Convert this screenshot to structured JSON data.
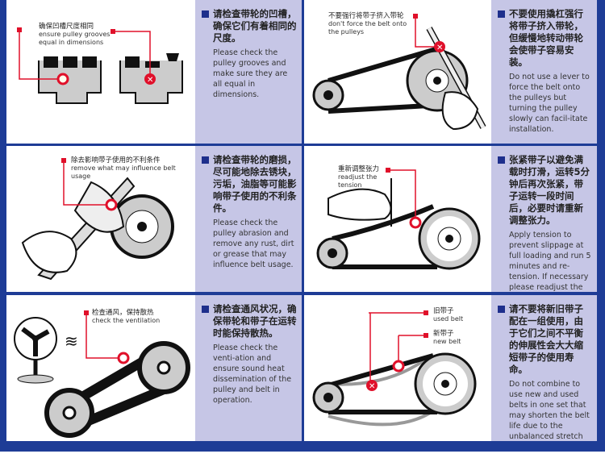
{
  "tips": [
    {
      "label_zh": "确保凹槽尺度相同",
      "label_en": "ensure pulley grooves equal in dimensions",
      "text_zh": "请检查带轮的凹槽，确保它们有着相同的尺度。",
      "text_en": "Please check the pulley grooves and make sure they are all equal in dimensions."
    },
    {
      "label_zh": "不要强行将带子挤入带轮",
      "label_en": "don't force the belt onto the pulleys",
      "text_zh": "不要使用撬杠强行将带子挤入带轮，但缓慢地转动带轮会使带子容易安装。",
      "text_en": "Do not use a lever to force the belt onto the pulleys but turning the pulley slowly can facil-itate installation."
    },
    {
      "label_zh": "除去影响带子使用的不利条件",
      "label_en": "remove what may influence belt usage",
      "text_zh": "请检查带轮的磨损，尽可能地除去锈块，污垢，油脂等可能影响带子使用的不利条件。",
      "text_en": "Please check the pulley abrasion and remove any rust, dirt or grease that may influence belt usage."
    },
    {
      "label_zh": "重新调整张力",
      "label_en": "readjust the tension",
      "text_zh": "张紧带子以避免满载时打滑，运转5分钟后再次张紧，带子运转一段时间后，必要时请重新调整张力。",
      "text_en": "Apply tension to prevent slippage at full loading and run 5 minutes and re-tension. If necessary please readjust the ten-sion after belts running a few days."
    },
    {
      "label_zh": "检查通风，保持散热",
      "label_en": "check the ventilation",
      "text_zh": "请检查通风状况，确保带轮和带子在运转时能保持散热。",
      "text_en": "Please check the venti-ation and ensure sound heat dissemination of the pulley and belt in operation."
    },
    {
      "label_zh": "旧带子",
      "label_en": "used belt",
      "label2_zh": "新带子",
      "label2_en": "new belt",
      "text_zh": "请不要将新旧带子配在一组使用，由于它们之间不平衡的伸展性会大大缩短带子的使用寿命。",
      "text_en": "Do not combine to use new and used belts in one set that may shorten the belt life due to the unbalanced stretch of belts."
    }
  ],
  "colors": {
    "frame": "#1e3c96",
    "panel": "#c6c6e6",
    "marker": "#e0102a"
  }
}
